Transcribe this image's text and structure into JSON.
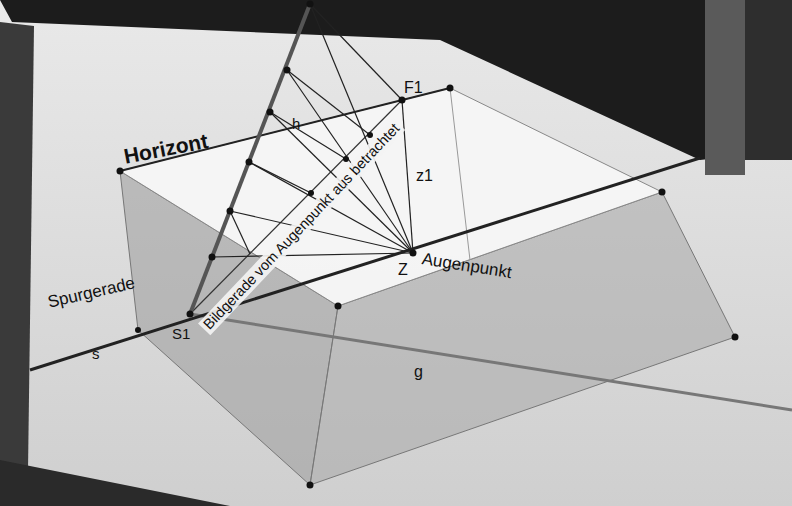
{
  "diagram": {
    "labels": [
      "Horizont",
      "h",
      "F1",
      "z1",
      "Bildgerade vom Augenpunkt aus betrachtet",
      "Z",
      "Augenpunkt",
      "Spurgerade",
      "S1",
      "s",
      "g"
    ]
  }
}
